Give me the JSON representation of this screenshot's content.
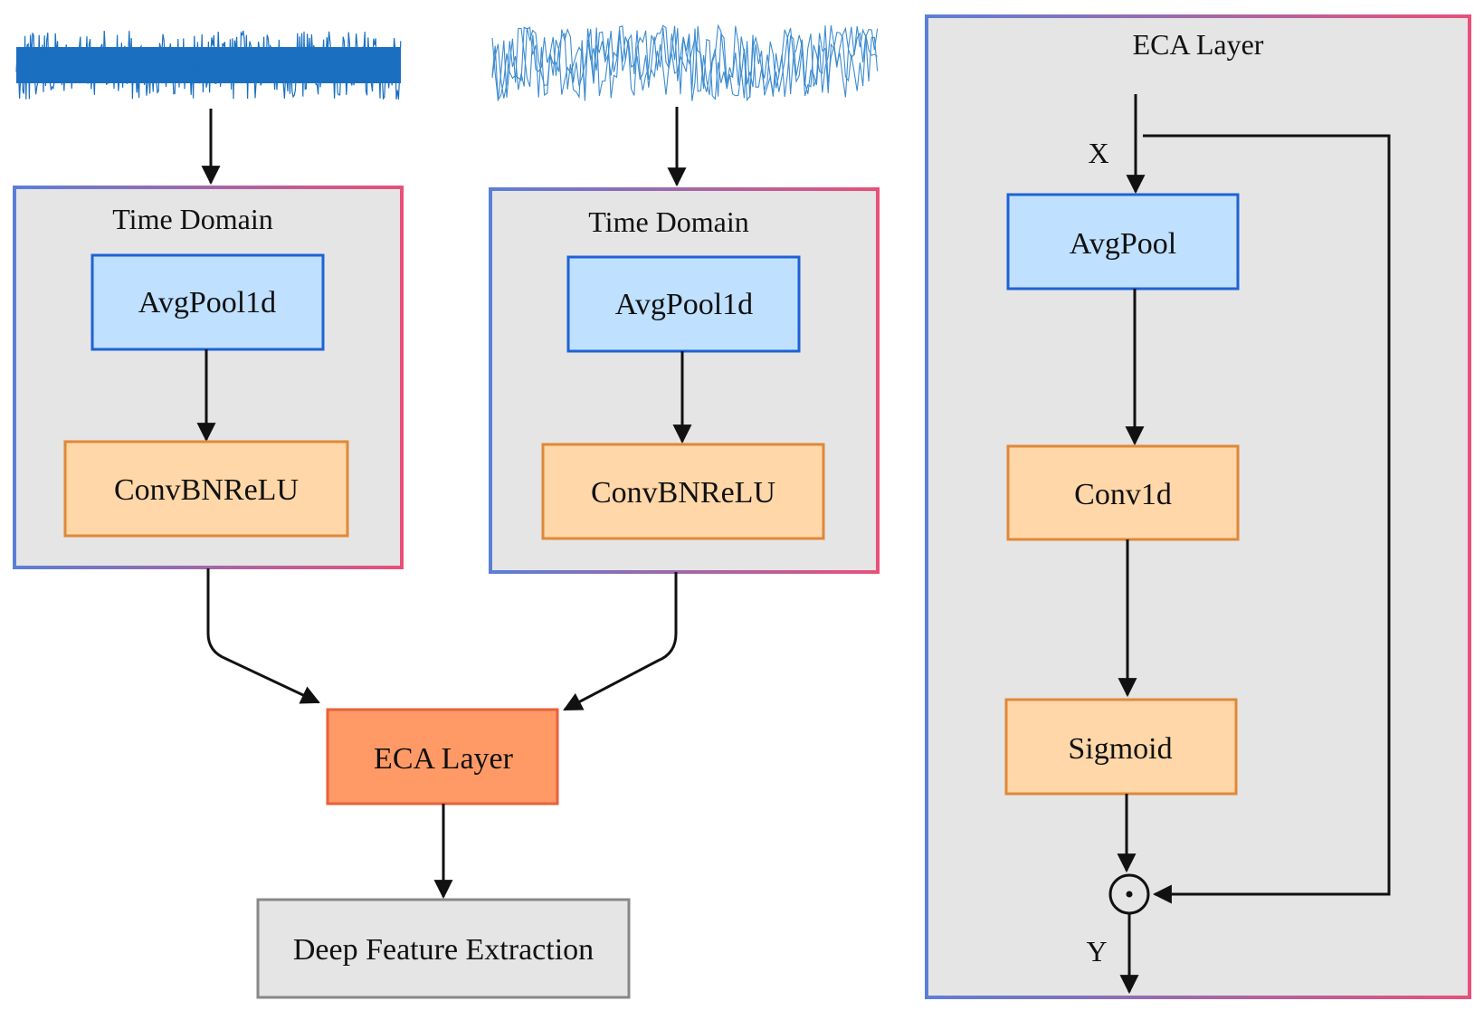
{
  "colors": {
    "panel_fill": "#e5e5e5",
    "border_blue": "#5b7fd6",
    "border_pink": "#e8507a",
    "blue_fill": "#bfe0ff",
    "blue_stroke": "#1f62d6",
    "orange_fill": "#ffd7a8",
    "orange_stroke": "#e08838",
    "eca_fill": "#ff9a66",
    "eca_stroke": "#e8603a",
    "gray_fill": "#e5e5e5",
    "gray_stroke": "#888888",
    "signal_dense": "#1a6fc0",
    "signal_sparse": "#3d8cd0",
    "arrow": "#111111"
  },
  "signal_1": {
    "name": "dense-signal"
  },
  "signal_2": {
    "name": "sparse-signal"
  },
  "branch_1": {
    "title": "Time Domain",
    "pool_label": "AvgPool1d",
    "conv_label": "ConvBNReLU"
  },
  "branch_2": {
    "title": "Time Domain",
    "pool_label": "AvgPool1d",
    "conv_label": "ConvBNReLU"
  },
  "eca_block": {
    "label": "ECA Layer"
  },
  "deep_block": {
    "label": "Deep Feature Extraction"
  },
  "eca_detail": {
    "title": "ECA Layer",
    "input_label": "X",
    "pool_label": "AvgPool",
    "conv_label": "Conv1d",
    "sigmoid_label": "Sigmoid",
    "output_label": "Y",
    "multiply_symbol": "⊙"
  }
}
